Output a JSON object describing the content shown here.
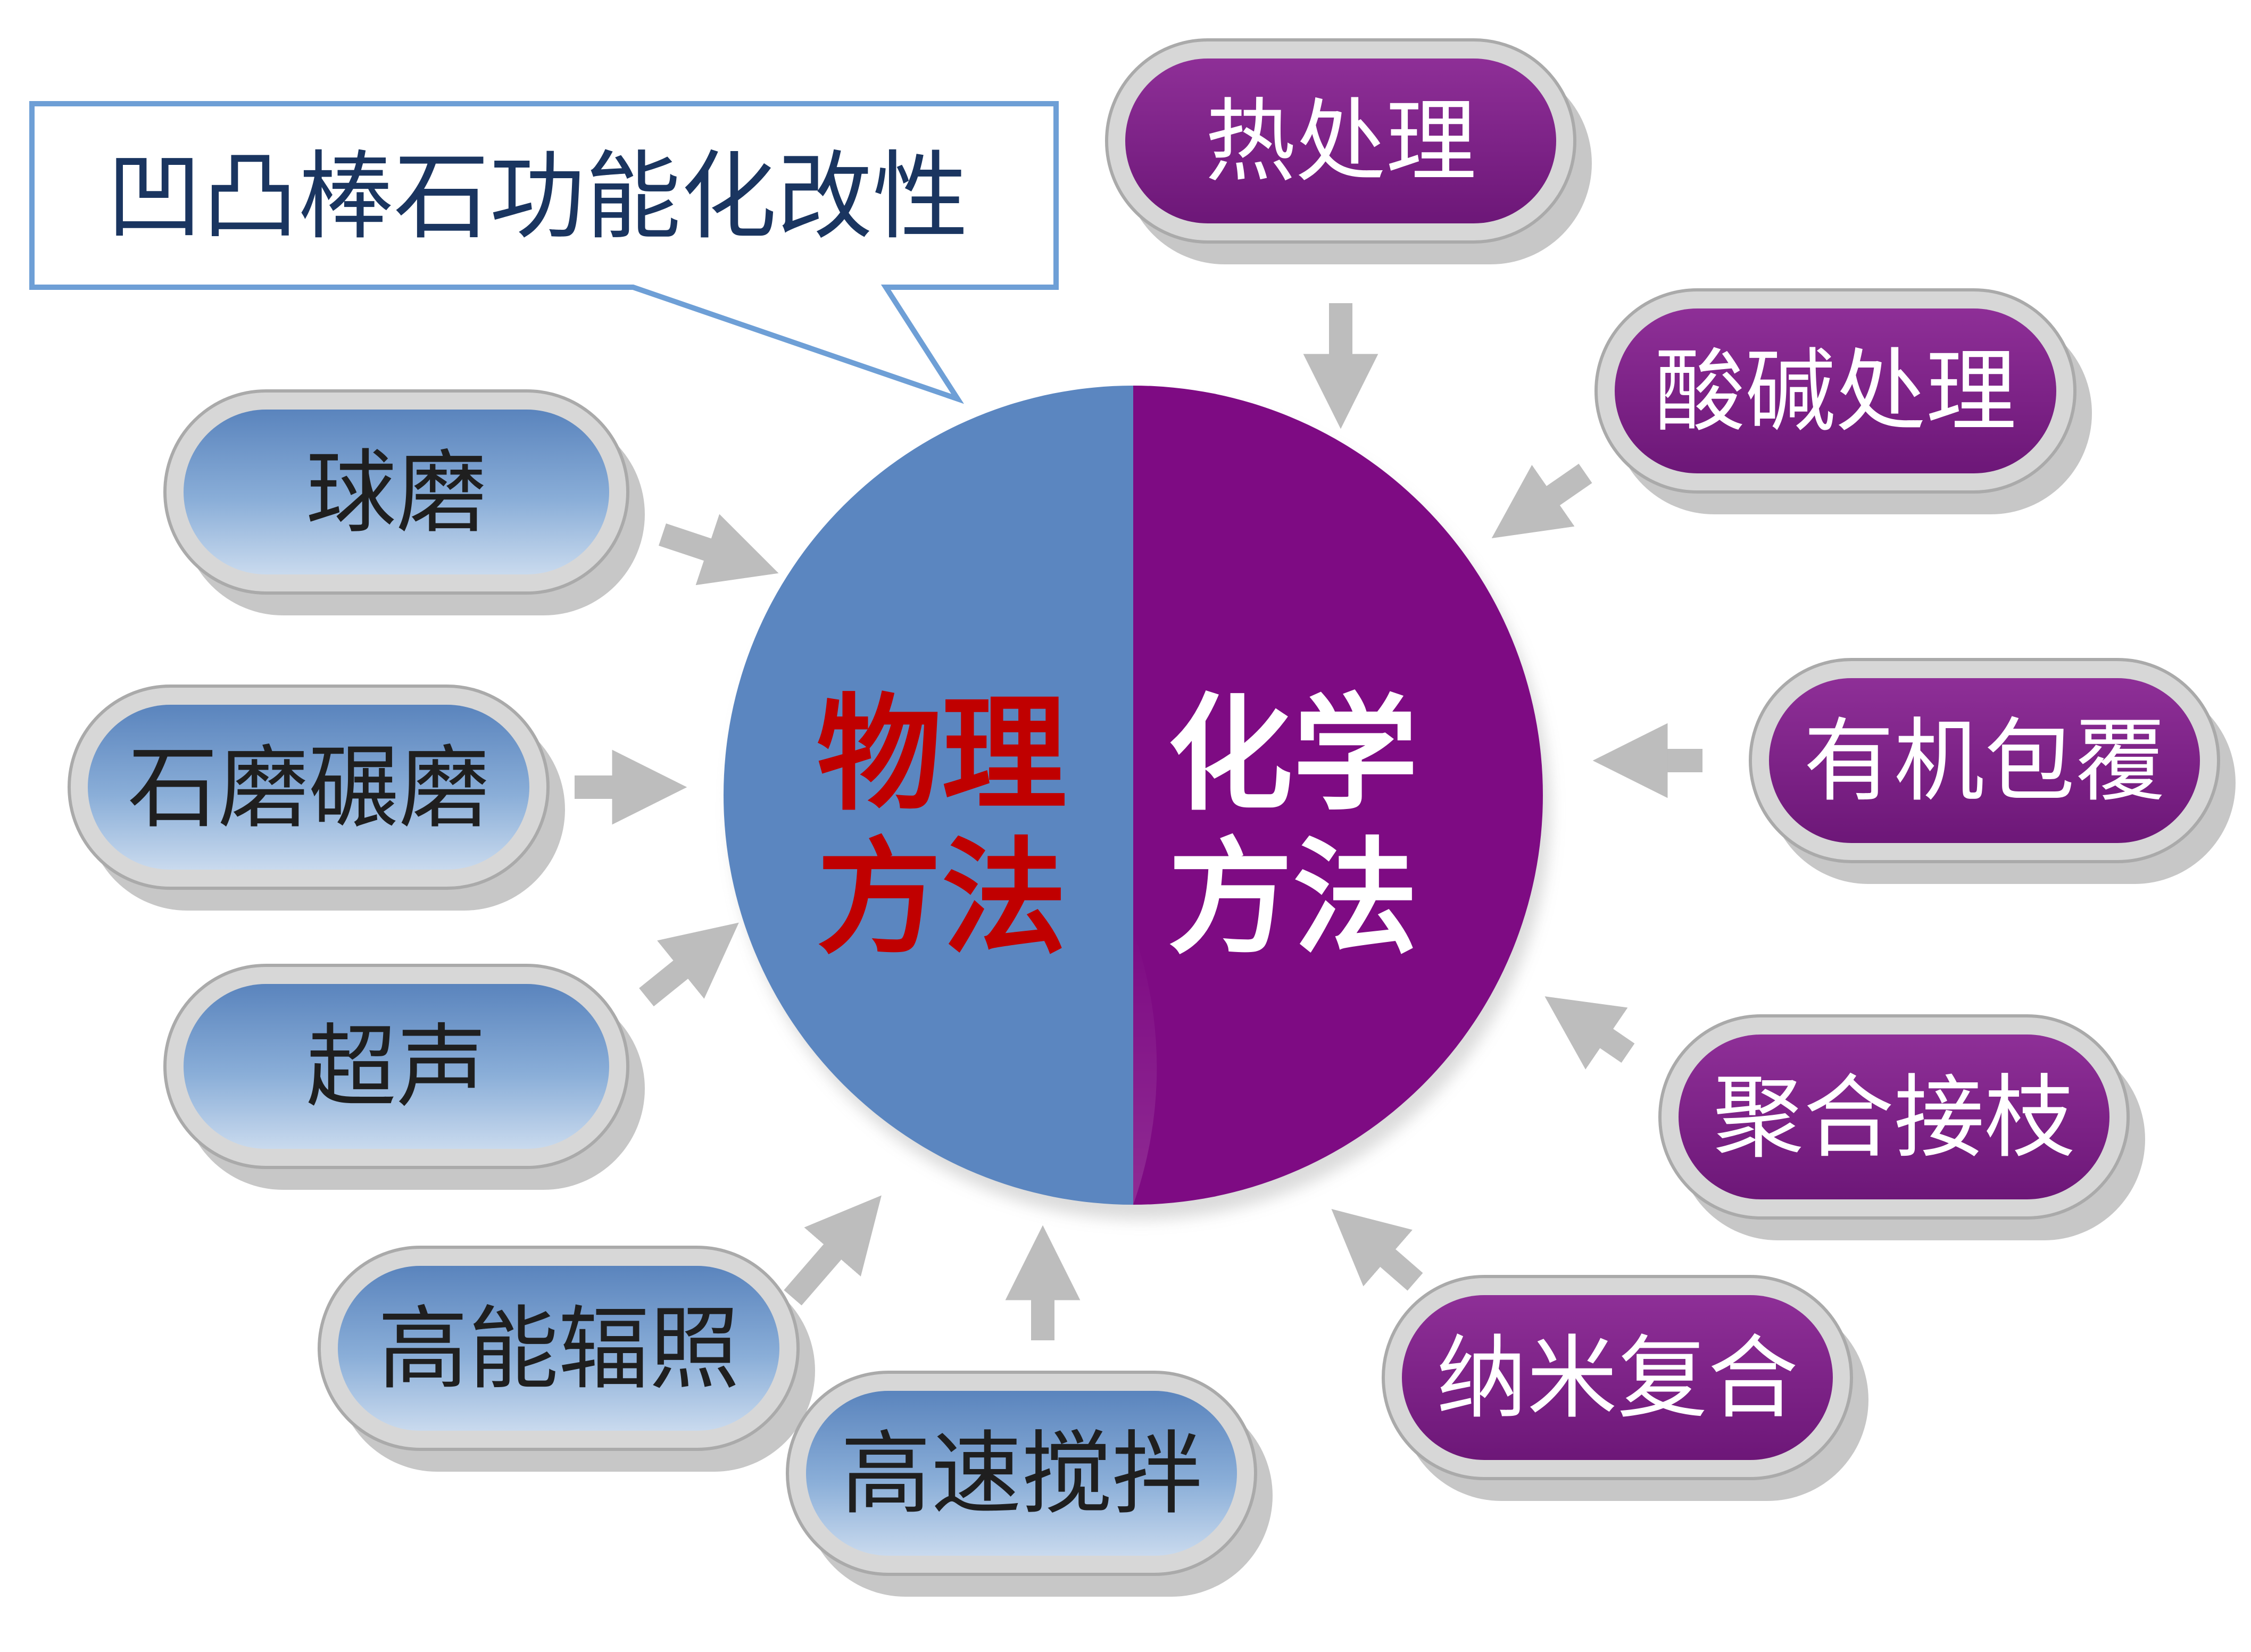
{
  "title": "凹凸棒石功能化改性",
  "center": {
    "left_line1": "物理",
    "left_line2": "方法",
    "right_line1": "化学",
    "right_line2": "方法"
  },
  "physical_methods": [
    "球磨",
    "石磨碾磨",
    "超声",
    "高能辐照",
    "高速搅拌"
  ],
  "chemical_methods": [
    "热处理",
    "酸碱处理",
    "有机包覆",
    "聚合接枝",
    "纳米复合"
  ],
  "colors": {
    "physical": "#5b86c0",
    "chemical": "#7a1a85",
    "center_left_text": "#c00000",
    "callout_border": "#6e9fd6",
    "arrow": "#bdbdbd"
  }
}
